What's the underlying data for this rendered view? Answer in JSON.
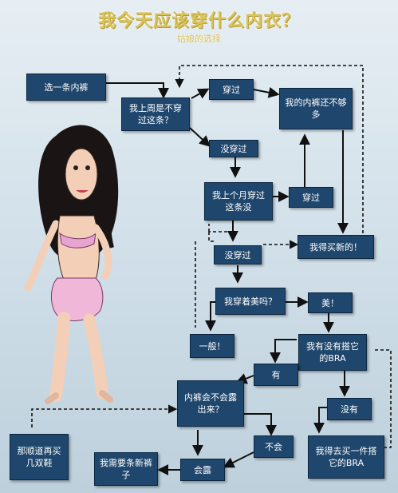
{
  "header": {
    "title": "我今天应该穿什么内衣？",
    "subtitle": "姑娘的选择"
  },
  "nodes": {
    "pick": "选一条内裤",
    "last_week": "我上周是不穿过这条？",
    "worn1": "穿过",
    "not_enough": "我的内裤还不够多",
    "not_worn1": "没穿过",
    "last_month": "我上个月穿过这条没",
    "worn2": "穿过",
    "buy_new": "我得买新的！",
    "not_worn2": "没穿过",
    "pretty_q": "我穿着美吗？",
    "beautiful": "美！",
    "so_so": "一般！",
    "matching_bra_q": "我有没有搭它的BRA",
    "have": "有",
    "show_q": "内裤会不会露出来？",
    "have_not": "没有",
    "wont": "不会",
    "buy_bra": "我得去买一件搭它的BRA",
    "shoes": "那顺道再买几双鞋",
    "need_pants": "我需要条新裤子",
    "will_show": "会露"
  },
  "colors": {
    "box": "#1f466c",
    "title": "#d9c45a",
    "arrow": "#111111"
  }
}
